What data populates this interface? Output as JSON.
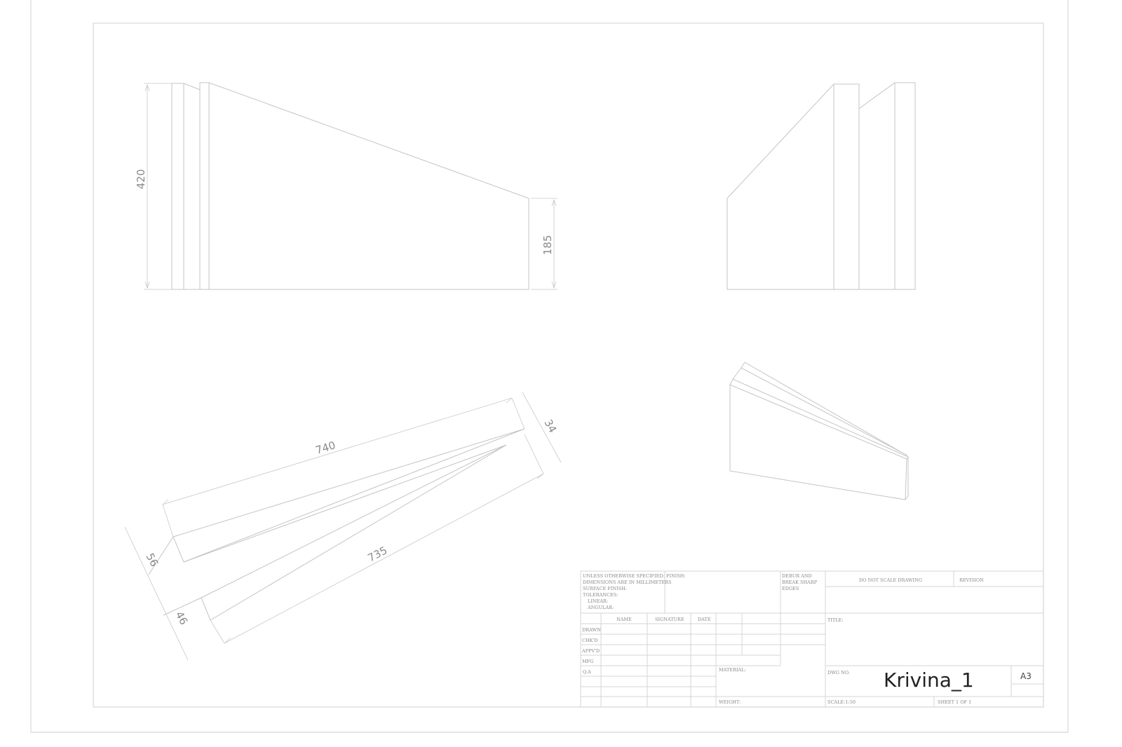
{
  "dimensions": {
    "height_total": "420",
    "height_low": "185",
    "length_top": "740",
    "length_bottom": "735",
    "thickness_a": "34",
    "thickness_b": "56",
    "thickness_c": "46"
  },
  "title_block": {
    "notes": [
      "UNLESS OTHERWISE SPECIFIED:",
      "DIMENSIONS ARE IN MILLIMETERS",
      "SURFACE FINISH:",
      "TOLERANCES:",
      "LINEAR:",
      "ANGULAR:"
    ],
    "finish": "FINISH:",
    "debur": [
      "DEBUR AND",
      "BREAK SHARP",
      "EDGES"
    ],
    "do_not_scale": "DO NOT SCALE DRAWING",
    "revision": "REVISION",
    "headers": {
      "name": "NAME",
      "signature": "SIGNATURE",
      "date": "DATE"
    },
    "rows": [
      "DRAWN",
      "CHK'D",
      "APPV'D",
      "MFG",
      "Q.A"
    ],
    "title_label": "TITLE:",
    "material": "MATERIAL:",
    "weight": "WEIGHT:",
    "dwg_no_label": "DWG NO.",
    "dwg_no": "Krivina_1",
    "size": "A3",
    "scale": "SCALE:1:50",
    "sheet": "SHEET 1 OF 1"
  }
}
